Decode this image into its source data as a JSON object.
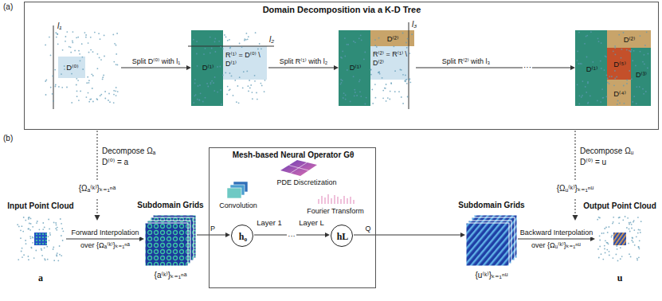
{
  "diagram": {
    "nodes": [
      {
        "text": [
          "Domain Decomposition via a K-D Tree"
        ]
      },
      {
        "text": [
          "l₁",
          "D⁽⁰⁾"
        ],
        "in": 0
      },
      {
        "text": [
          "l₂",
          "D⁽¹⁾",
          "R⁽¹⁾ = D⁽⁰⁾ \\ D⁽¹⁾"
        ],
        "in": 0
      },
      {
        "text": [
          "l₃",
          "D⁽¹⁾",
          "D⁽²⁾",
          "R⁽²⁾ = R⁽¹⁾ \\ D⁽²⁾"
        ],
        "in": 0
      },
      {
        "text": [
          "D⁽¹⁾",
          "D⁽²⁾",
          "D⁽⁵⁾",
          "D⁽³⁾",
          "D⁽⁴⁾"
        ],
        "in": 0
      },
      {
        "text": [
          "Input Point Cloud",
          "a"
        ]
      },
      {
        "text": [
          "Subdomain Grids",
          "{a⁽ᵏ⁾}ₖ₌₁ⁿᵃ"
        ]
      },
      {
        "text": [
          "Mesh-based Neural Operator Gθ",
          "PDE Discretization",
          "Convolution",
          "Fourier Transform",
          "Layer 1",
          "···",
          "Layer L"
        ]
      },
      {
        "text": [
          "h₀"
        ],
        "in": 7
      },
      {
        "text": [
          "hL"
        ],
        "in": 7
      },
      {
        "text": [
          "Subdomain Grids",
          "{u⁽ᵏ⁾}ₖ₌₁ⁿᵘ"
        ]
      },
      {
        "text": [
          "Output Point Cloud",
          "u"
        ]
      }
    ],
    "edges": [
      {
        "from": 1,
        "to": 2,
        "arrow": "to",
        "label": "Split D⁽⁰⁾ with l₁"
      },
      {
        "from": 2,
        "to": 3,
        "arrow": "to",
        "label": "Split R⁽¹⁾ with l₂"
      },
      {
        "from": 3,
        "to": 4,
        "arrow": "to",
        "label": "Split R⁽²⁾ with l₃"
      },
      {
        "from": 5,
        "to": 6,
        "arrow": "to",
        "label": "Forward Interpolation"
      },
      {
        "from": 6,
        "to": 8,
        "arrow": "to",
        "label": "P"
      },
      {
        "from": 8,
        "to": 9,
        "arrow": "to"
      },
      {
        "from": 9,
        "to": 10,
        "arrow": "to",
        "label": "Q"
      },
      {
        "from": 10,
        "to": 11,
        "arrow": "to",
        "label": "Backward Interpolation"
      }
    ],
    "labels": [
      "(a)",
      "(b)",
      "···",
      "Decompose Ωₐ",
      "D⁽⁰⁾ = a",
      "{Ωₐ⁽ᵏ⁾}ₖ₌₁ⁿᵃ",
      "Decompose Ωᵤ",
      "D⁽⁰⁾ = u",
      "{Ωᵤ⁽ᵏ⁾}ₖ₌₁ⁿᵘ",
      "over {Ωₐ⁽ᵏ⁾}ₖ₌₁ⁿᵃ",
      "over {Ωᵤ⁽ᵏ⁾}ₖ₌₁ⁿᵘ"
    ]
  }
}
